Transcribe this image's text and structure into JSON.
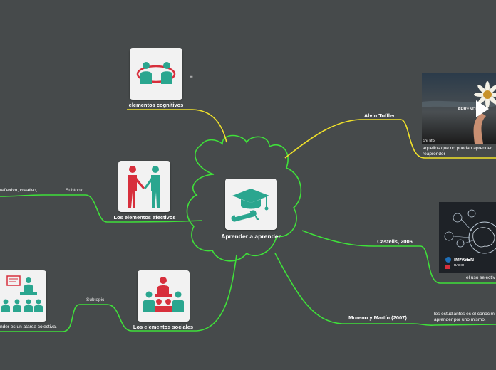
{
  "center": {
    "label": "Aprender a aprender"
  },
  "branches": {
    "cognitivos": {
      "label": "elementos cognitivos",
      "note_icon": "≡"
    },
    "afectivos": {
      "label": "Los elementos afectivos",
      "subtopic": "Subtopic",
      "leaf_text": "reflexivo, creativo,"
    },
    "sociales": {
      "label": "Los elementos sociales",
      "subtopic": "Subtopic",
      "leaf_text": "nder es un atarea colectiva."
    },
    "toffler": {
      "label": "Alvin Toffler",
      "video_caption": "APRENDE",
      "photo_text": "soi life",
      "desc": "aquellos que no puedan aprender, reaprender"
    },
    "castells": {
      "label": "Castells, 2006",
      "badge": "IMAGEN",
      "badge_sub": "RADIO",
      "desc": "el uso selectiv"
    },
    "moreno": {
      "label": "Moreno y Martín (2007)",
      "desc": "los estudiantes es el conocimi aprender por uno mismo."
    }
  },
  "colors": {
    "background": "#464a4b",
    "green_line": "#3fe03a",
    "yellow_line": "#f0e12a",
    "icon_teal": "#2aa68f",
    "icon_red": "#d72f3c"
  }
}
